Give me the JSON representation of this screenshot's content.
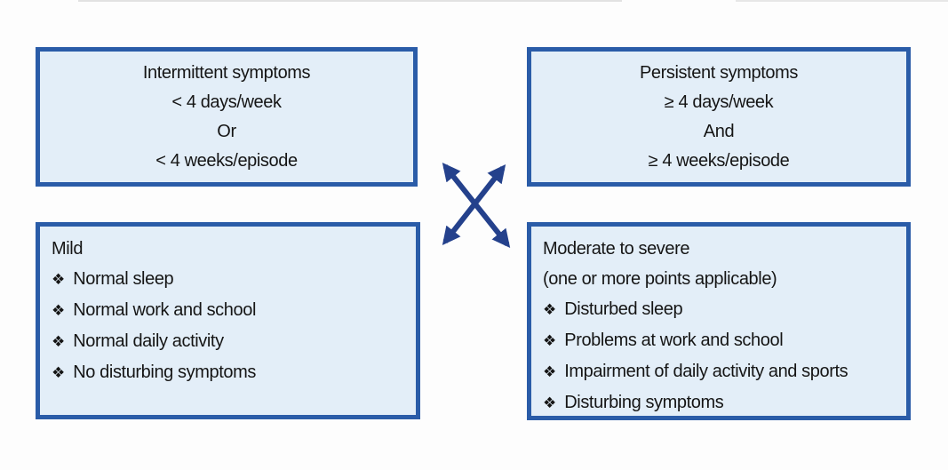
{
  "colors": {
    "box_fill": "#e3eef8",
    "box_border": "#2a5ca8",
    "arrow": "#24418c",
    "text": "#151515",
    "page_bg": "#fdfdfd"
  },
  "boxes": {
    "intermittent": {
      "lines": [
        "Intermittent symptoms",
        "< 4 days/week",
        "Or",
        "< 4 weeks/episode"
      ]
    },
    "persistent": {
      "lines": [
        "Persistent symptoms",
        "≥ 4 days/week",
        "And",
        "≥ 4 weeks/episode"
      ]
    },
    "mild": {
      "title": "Mild",
      "bullet_icon": "❖",
      "bullets": [
        "Normal sleep",
        "Normal work and school",
        "Normal daily activity",
        "No disturbing symptoms"
      ]
    },
    "moderate": {
      "title": "Moderate to severe",
      "subtitle": "(one or more points applicable)",
      "bullet_icon": "❖",
      "bullets": [
        "Disturbed sleep",
        "Problems at work and school",
        "Impairment of daily activity and sports",
        "Disturbing symptoms"
      ]
    }
  },
  "arrows": {
    "type": "crossed double-headed arrows"
  }
}
